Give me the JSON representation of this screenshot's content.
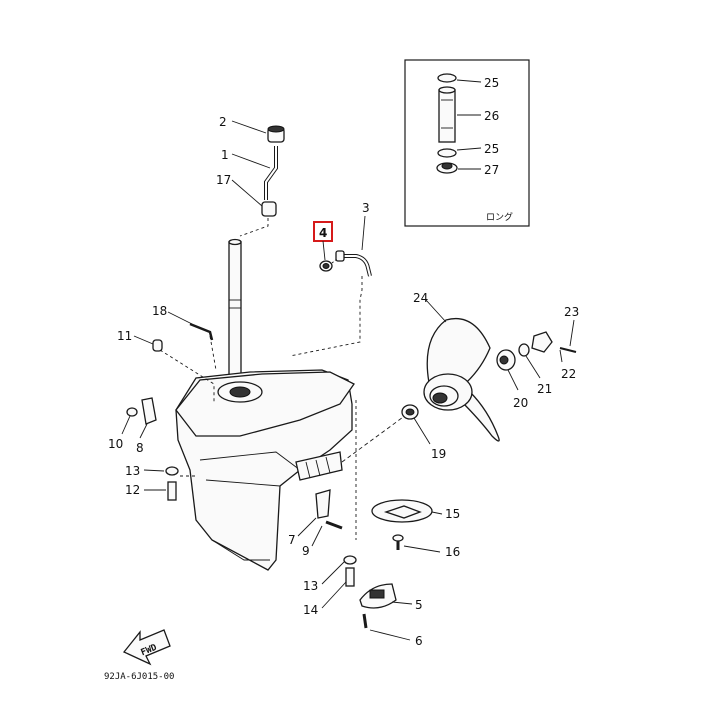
{
  "diagram": {
    "drawing_code": "92JA-6J015-00",
    "inset_caption": "ロング",
    "fwd_label": "FWD",
    "highlight_color": "#d61a1a",
    "highlighted_callout": "4",
    "callouts": [
      "1",
      "2",
      "3",
      "4",
      "5",
      "6",
      "7",
      "8",
      "9",
      "10",
      "11",
      "12",
      "13",
      "13",
      "14",
      "15",
      "16",
      "17",
      "18",
      "19",
      "20",
      "21",
      "22",
      "23",
      "24",
      "25",
      "25",
      "26",
      "27"
    ]
  }
}
